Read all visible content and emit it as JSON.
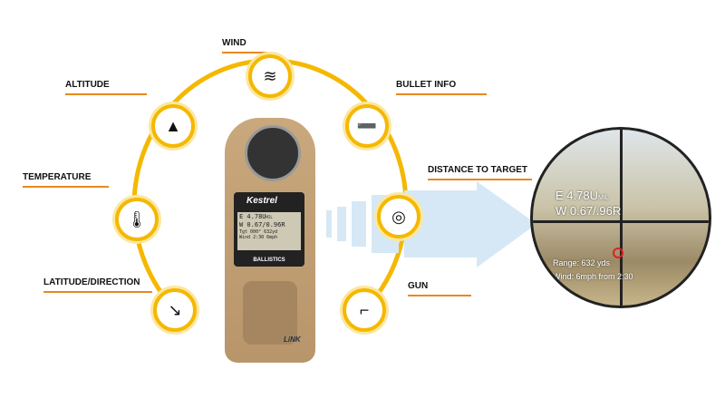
{
  "labels": {
    "wind": "WIND",
    "altitude": "ALTITUDE",
    "temperature": "TEMPERATURE",
    "latitude": "LATITUDE/DIRECTION",
    "bullet": "BULLET INFO",
    "distance": "DISTANCE TO TARGET",
    "gun": "GUN"
  },
  "device": {
    "brand": "Kestrel",
    "line1": "E 4.78U",
    "line1_unit": "MIL",
    "line2": "W 0.67/0.96R",
    "row3a": "Tgt",
    "row3b": "000°",
    "row3c": "632yd",
    "row4a": "Wind",
    "row4b": "2:30",
    "row4c": "6mph",
    "mode": "BALLISTICS",
    "link": "LiNK"
  },
  "scope": {
    "elev": "E 4.78U",
    "elev_unit": "MIL",
    "wind": "W 0.67/.96R",
    "range": "Range: 632 yds",
    "windinfo": "Wind: 6mph from 2:30"
  },
  "colors": {
    "ring": "#f5b800",
    "accent": "#e8891f",
    "arrow": "#d6e8f5"
  }
}
